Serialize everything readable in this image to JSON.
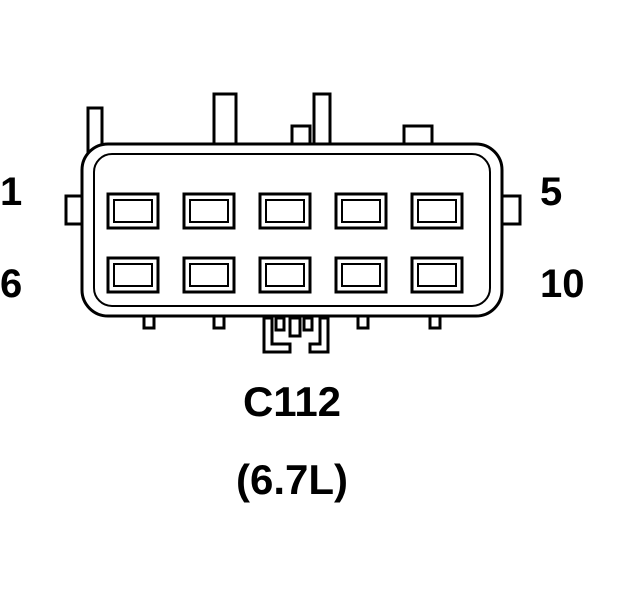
{
  "pin_labels": {
    "top_left": "1",
    "top_right": "5",
    "bottom_left": "6",
    "bottom_right": "10"
  },
  "connector": {
    "name": "C112",
    "engine": "(6.7L)"
  },
  "pin_rows": [
    {
      "row": "top",
      "count": 5
    },
    {
      "row": "bottom",
      "count": 5
    }
  ],
  "colors": {
    "stroke": "#000000",
    "background": "#ffffff"
  }
}
